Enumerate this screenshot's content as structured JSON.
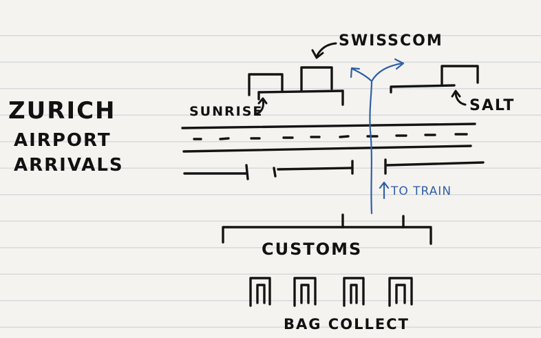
{
  "title_lines": [
    "ZURICH",
    "AIRPORT",
    "ARRIVALS"
  ],
  "labels": {
    "swisscom": "SWISSCOM",
    "sunrise": "SUNRISE",
    "salt": "SALT",
    "to_train": "TO TRAIN",
    "customs": "CUSTOMS",
    "bag_collect": "BAG COLLECT"
  },
  "colors": {
    "ink": "#141414",
    "blue_ink": "#2f5fa8",
    "paper": "#f4f3ef"
  }
}
